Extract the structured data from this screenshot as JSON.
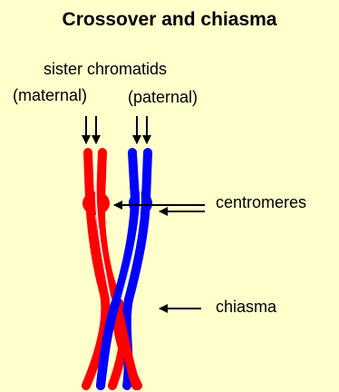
{
  "title": "Crossover and chiasma",
  "labels": {
    "sister_chromatids": "sister chromatids",
    "maternal": "(maternal)",
    "paternal": "(paternal)",
    "centromeres": "centromeres",
    "chiasma": "chiasma"
  },
  "colors": {
    "background": "#ffffcc",
    "maternal": "#ff0000",
    "paternal": "#0000ff",
    "arrow": "#000000"
  }
}
